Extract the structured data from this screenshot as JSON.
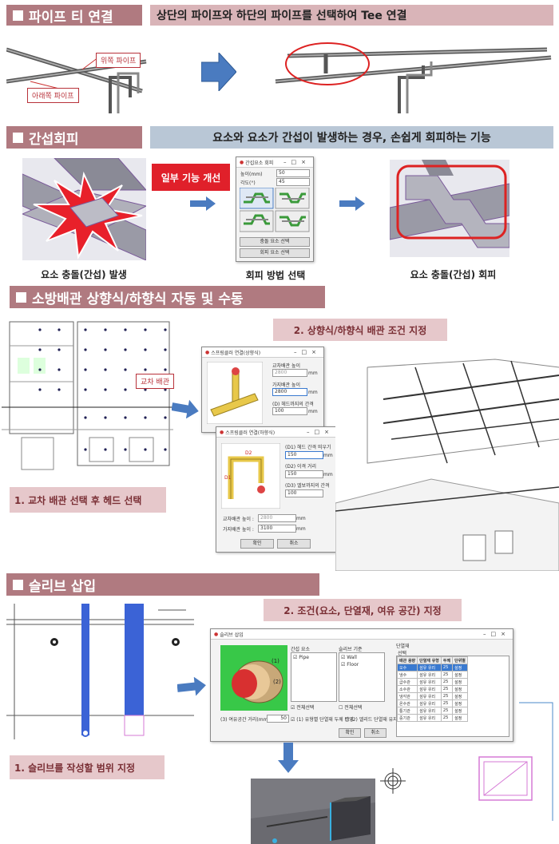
{
  "sec1": {
    "title": "파이프 티 연결",
    "desc": "상단의 파이프와 하단의 파이프를 선택하여 Tee 연결",
    "callout_upper": "위쪽 파이프",
    "callout_lower": "아래쪽 파이프"
  },
  "sec2": {
    "title": "간섭회피",
    "desc": "요소와 요소가 간섭이 발생하는 경우, 손쉽게 회피하는 기능",
    "badge": "일부 기능 개선",
    "cap_left": "요소 충돌(간섭) 발생",
    "cap_mid": "회피 방법 선택",
    "cap_right": "요소 충돌(간섭) 회피",
    "dialog": {
      "title": "간섭요소 회피",
      "height_label": "높이(mm)",
      "height_value": "50",
      "angle_label": "각도(°)",
      "angle_value": "45",
      "btn_select": "충돌 요소 선택",
      "btn_avoid": "회피 요소 선택"
    }
  },
  "sec3": {
    "title": "소방배관 상향식/하향식 자동 및 수동",
    "step1": "1. 교차 배관 선택 후 헤드 선택",
    "step2": "2. 상향식/하향식 배관 조건 지정",
    "cross_label": "교차 배관",
    "dlg_up": {
      "title": "스프링클러 연결(상향식)",
      "l1": "교차배관 높이",
      "v1": "2800",
      "l2": "가지배관 높이",
      "v2": "2800",
      "l3": "(D) 헤드까지의 간격",
      "v3": "100",
      "unit": "mm"
    },
    "dlg_down": {
      "title": "스프링클러 연결(하향식)",
      "l1": "(D1) 헤드 간격 띄우기",
      "v1": "150",
      "l2": "(D2) 이격 거리",
      "v2": "150",
      "l3": "(D3) 엘보까지의 간격",
      "v3": "100",
      "l4": "교차배관 높이 :",
      "v4": "2800",
      "l5": "가지배관 높이 :",
      "v5": "3100",
      "unit": "mm",
      "ok": "확인",
      "cancel": "취소"
    }
  },
  "sec4": {
    "title": "슬리브 삽입",
    "step1": "1. 슬리브를 작성할 범위 지정",
    "step2": "2. 조건(요소, 단열재, 여유 공간) 지정",
    "dialog": {
      "title": "슬리브 삽입",
      "grp_elem": "간섭 요소",
      "elem_item": "Pipe",
      "grp_host": "슬리브 기준",
      "host_items": [
        "Wall",
        "Floor"
      ],
      "grp_ins": "단열재",
      "grp_sel": "선택",
      "free_label": "(3) 여유공간 거리(mm)",
      "free_value": "50",
      "chk1": "전체선택",
      "chk2": "전체선택",
      "chk3": "(1) 유형별 단열재 두께 반영",
      "chk4": "(2) 엘리드 단열재 유지",
      "ok": "확인",
      "cancel": "취소",
      "table_headers": [
        "배관 용량",
        "단열재 유형",
        "두께",
        "단위별"
      ],
      "table_rows": [
        [
          "오수",
          "섬유 유리",
          "25",
          "설정"
        ],
        [
          "냉수",
          "섬유 유리",
          "25",
          "설정"
        ],
        [
          "급수관",
          "섬유 유리",
          "25",
          "설정"
        ],
        [
          "소수관",
          "섬유 유리",
          "25",
          "설정"
        ],
        [
          "냉각관",
          "섬유 유리",
          "25",
          "설정"
        ],
        [
          "온수관",
          "섬유 유리",
          "25",
          "설정"
        ],
        [
          "통기관",
          "섬유 유리",
          "25",
          "설정"
        ],
        [
          "중기관",
          "섬유 유리",
          "25",
          "설정"
        ]
      ]
    }
  }
}
